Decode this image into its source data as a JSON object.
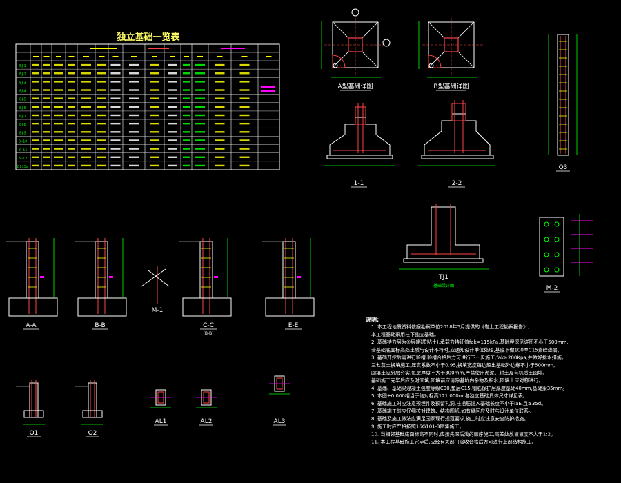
{
  "table": {
    "title": "独立基础一览表",
    "rows": [
      "BJ-1",
      "BJ-2",
      "BJ-3",
      "BJ-4",
      "BJ-5",
      "BJ-6",
      "BJ-7",
      "BJ-8",
      "BJ-9",
      "BJ-10",
      "BJ-11",
      "BJ-12",
      "BJ-13a"
    ]
  },
  "plans": {
    "a_plan": "A型基础详图",
    "b_plan": "B型基础详图"
  },
  "sections": {
    "s11": "1-1",
    "s22": "2-2",
    "tj1": "TJ1",
    "tj1_sub": "基础梁详图",
    "col_q3": "Q3",
    "m2": "M-2"
  },
  "details": {
    "aa": "A-A",
    "bb": "B-B",
    "m1": "M-1",
    "cc": "C-C",
    "cc_sub": "(B-B)",
    "ee": "E-E",
    "q1": "Q1",
    "q2": "Q2",
    "al1": "AL1",
    "al2": "AL2",
    "al3": "AL3"
  },
  "notes": {
    "heading": "说明:",
    "items": [
      "1. 本工程地质资料依据勘察单位2018年5月提供的《岩土工程勘察报告》,",
      "   本工程基础采用柱下独立基础。",
      "2. 基础持力层为②层(粉质粘土),承载力特征值fak=115kPa,基础埋深见详图不小于500mm,",
      "   若基础底面标高处土质与设计不符时,应通知设计单位处理,基底下做100厚C15素砼垫层。",
      "3. 基础开挖后需进行验槽,验槽合格后方可进行下一步施工,fak≥200Kpa,并做好排水措施。",
      "   三七灰土换填施工,压实系数不小于0.95,换填宽度每边超出基础外边缘不小于500mm,",
      "   回填土应分层夯实,每层厚度不大于300mm,严禁使用淤泥、耕土及有机质土回填。",
      "   基础施工完毕后应及时回填,回填前应清除基坑内杂物及积水,回填土应对称进行。",
      "4. 基础、基础梁混凝土强度等级C30,垫层C15,钢筋保护层厚度基础40mm,基础梁35mm。",
      "5. 本图±0.000相当于绝对标高121.000m,各独立基础具体尺寸详见表。",
      "6. 基础施工时应注意预埋件及预留孔洞,柱插筋锚入基础长度不小于laE,且≥35d。",
      "7. 基础施工前应仔细核对建筑、结构图纸,如有疑问应及时与设计单位联系。",
      "8. 基础及施工做法应满足国家现行规范要求,施工时应注意安全防护措施。",
      "9. 施工时应严格按照16G101-3图集施工。",
      "10. 当相邻基础底面标高不同时,应按先深后浅的顺序施工,高差处放坡坡度不大于1:2。",
      "11. 本工程基础施工完毕后,应经有关部门验收合格后方可进行上部结构施工。"
    ]
  }
}
